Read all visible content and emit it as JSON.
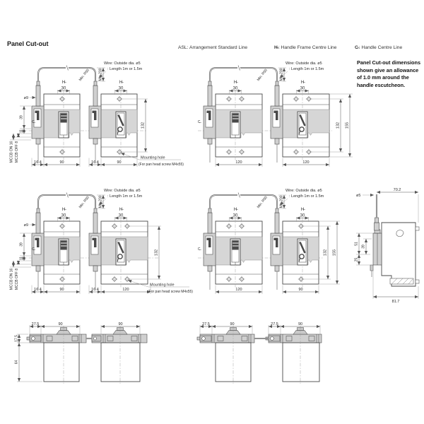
{
  "title": "Panel Cut-out",
  "legend": {
    "asl": "ASL: Arrangement Standard Line",
    "handle_frame_symbol": "H̶",
    "handle_frame_label": ": Handle Frame Centre Line",
    "handle_centre_symbol": "C̶",
    "handle_centre_label": ": Handle Centre Line"
  },
  "note": "Panel Cut-out dimensions shown give an allowance of 1.0 mm around the handle escutcheon.",
  "annotations": {
    "wire_spec_1": "Wire: Outside dia. ø5",
    "wire_spec_2": ": Length 1m or 1.5m",
    "min_radius": "Min. R50",
    "min_length": "Min.200",
    "wire_dia": "ø9",
    "side_wire_dia": "ø5",
    "mounting_hole_1": "Mounting hole",
    "mounting_hole_2": "(For pan head screw M4x55)",
    "mccb_on": "MCCB ON 16",
    "mccb_off": "MCCB OFF 8",
    "handle_frame_symbol": "H̶",
    "handle_centre_symbol": "C̶"
  },
  "dims": {
    "w30": "30",
    "h39": "39",
    "h11": "11",
    "h132": "132",
    "h155": "155",
    "w16_4": "16.4",
    "w90": "90",
    "w120": "120",
    "w70_2": "70.2",
    "h51": "51",
    "h25": "25",
    "w81_7": "81.7",
    "w27_5": "27.5",
    "h17_5": "17.5",
    "h64": "64"
  },
  "colors": {
    "line": "#4a4a4a",
    "panel_fill": "#d6d6d6",
    "escutcheon_fill": "#d0d0d0",
    "text": "#2b2b2b"
  }
}
